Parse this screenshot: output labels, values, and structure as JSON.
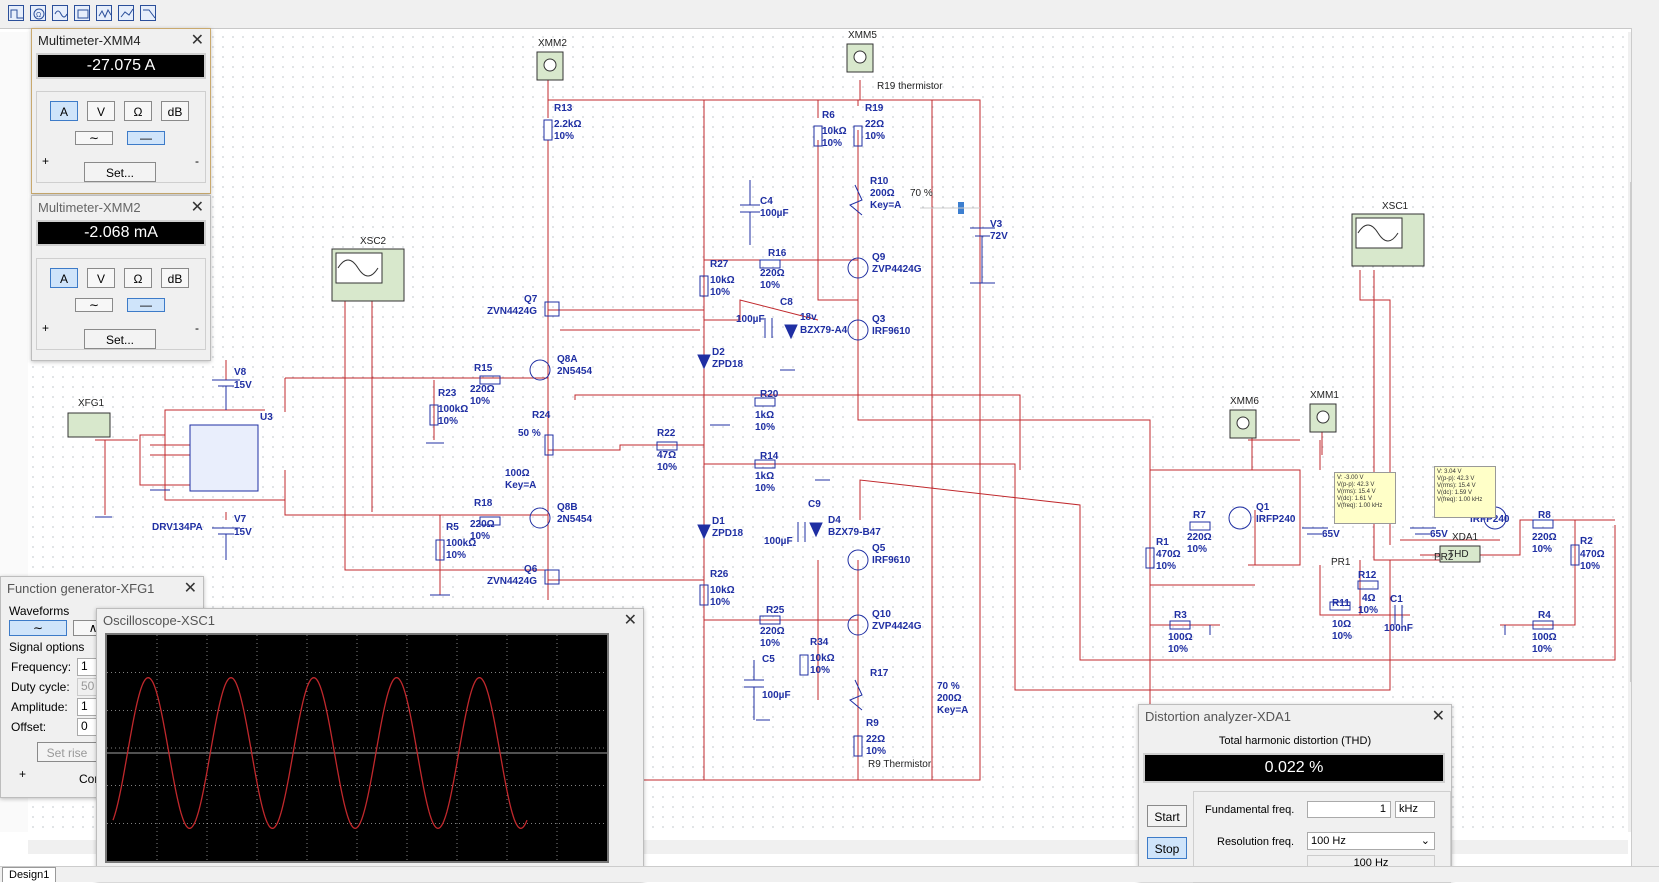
{
  "toolbar": {
    "icons": [
      "schematic-icon",
      "multimeter-icon",
      "function-generator-icon",
      "wattmeter-icon",
      "oscilloscope-icon",
      "four-channel-scope-icon",
      "bode-plotter-icon"
    ]
  },
  "tabs": {
    "design": "Design1"
  },
  "components": {
    "XMM2": "XMM2",
    "XMM5": "XMM5",
    "XMM6": "XMM6",
    "XMM1": "XMM1",
    "XSC2": "XSC2",
    "XSC1": "XSC1",
    "XFG1": "XFG1",
    "XDA1": "XDA1",
    "R13": "R13",
    "R13v": "2.2kΩ",
    "R13t": "10%",
    "R6": "R6",
    "R6v": "10kΩ",
    "R6t": "10%",
    "R19": "R19",
    "R19v": "22Ω",
    "R19t": "10%",
    "R19n": "R19 thermistor",
    "R10": "R10",
    "R10v": "200Ω",
    "R10k": "Key=A",
    "R10p": "70 %",
    "C4": "C4",
    "C4v": "100µF",
    "V3": "V3",
    "V3v": "72V",
    "R27": "R27",
    "R27v": "10kΩ",
    "R27t": "10%",
    "R16": "R16",
    "R16v": "220Ω",
    "R16t": "10%",
    "Q9": "Q9",
    "Q9v": "ZVP4424G",
    "Q7": "Q7",
    "Q7v": "ZVN4424G",
    "C8": "C8",
    "C8v": "100µF",
    "D3v": "18v",
    "D3p": "BZX79-A4",
    "Q3": "Q3",
    "Q3v": "IRF9610",
    "D2": "D2",
    "D2v": "ZPD18",
    "Q8A": "Q8A",
    "Q8Av": "2N5454",
    "R15": "R15",
    "R15v": "220Ω",
    "R15t": "10%",
    "V8": "V8",
    "V8v": "15V",
    "R23": "R23",
    "R23v": "100kΩ",
    "R23t": "10%",
    "U3": "U3",
    "U3v": "DRV134PA",
    "R24": "R24",
    "R24p": "50 %",
    "R24v": "100Ω",
    "R24k": "Key=A",
    "R20": "R20",
    "R20v": "1kΩ",
    "R20t": "10%",
    "R22": "R22",
    "R22v": "47Ω",
    "R22t": "10%",
    "R14": "R14",
    "R14v": "1kΩ",
    "R14t": "10%",
    "V7": "V7",
    "V7v": "15V",
    "Q8B": "Q8B",
    "Q8Bv": "2N5454",
    "R18": "R18",
    "R18v": "220Ω",
    "R18t": "10%",
    "R5": "R5",
    "R5v": "100kΩ",
    "R5t": "10%",
    "D1": "D1",
    "D1v": "ZPD18",
    "C9": "C9",
    "C9v": "100µF",
    "D4": "D4",
    "D4v": "BZX79-B47",
    "Q5": "Q5",
    "Q5v": "IRF9610",
    "Q6": "Q6",
    "Q6v": "ZVN4424G",
    "R26": "R26",
    "R26v": "10kΩ",
    "R26t": "10%",
    "R25": "R25",
    "R25v": "220Ω",
    "R25t": "10%",
    "Q10": "Q10",
    "Q10v": "ZVP4424G",
    "R34": "R34",
    "R34v": "10kΩ",
    "R34t": "10%",
    "C5": "C5",
    "C5v": "100µF",
    "R17": "R17",
    "R17p": "70 %",
    "R17v": "200Ω",
    "R17k": "Key=A",
    "R9": "R9",
    "R9v": "22Ω",
    "R9t": "10%",
    "R9n": "R9 Thermistor",
    "R1": "R1",
    "R1v": "470Ω",
    "R1t": "10%",
    "R7": "R7",
    "R7v": "220Ω",
    "R7t": "10%",
    "Q1": "Q1",
    "Q1v": "IRFP240",
    "V1v": "65V",
    "V2v": "65V",
    "Q2v": "IRFP240",
    "R3": "R3",
    "R3v": "100Ω",
    "R3t": "10%",
    "R12": "R12",
    "R12v": "4Ω",
    "R12t": "10%",
    "R11": "R11",
    "R11v": "10Ω",
    "R11t": "10%",
    "C1": "C1",
    "C1v": "100nF",
    "R8": "R8",
    "R8v": "220Ω",
    "R8t": "10%",
    "R2": "R2",
    "R2v": "470Ω",
    "R2t": "10%",
    "R4": "R4",
    "R4v": "100Ω",
    "R4t": "10%",
    "PR1": "PR1",
    "PR2": "PR2"
  },
  "probe1": [
    "V: -3.00 V",
    "V(p-p): 42.3 V",
    "V(rms): 15.4 V",
    "V(dc): 1.61 V",
    "V(freq): 1.00 kHz"
  ],
  "probe2": [
    "V: 3.04 V",
    "V(p-p): 42.3 V",
    "V(rms): 15.4 V",
    "V(dc): 1.59 V",
    "V(freq): 1.00 kHz"
  ],
  "mm4": {
    "title": "Multimeter-XMM4",
    "reading": "-27.075 A",
    "modes": [
      "A",
      "V",
      "Ω",
      "dB"
    ],
    "selected_mode": "A",
    "set_label": "Set...",
    "plus": "+",
    "minus": "-"
  },
  "mm2": {
    "title": "Multimeter-XMM2",
    "reading": "-2.068 mA",
    "modes": [
      "A",
      "V",
      "Ω",
      "dB"
    ],
    "selected_mode": "A",
    "set_label": "Set...",
    "plus": "+",
    "minus": "-"
  },
  "fg": {
    "title": "Function generator-XFG1",
    "waveforms_label": "Waveforms",
    "signal_options_label": "Signal options",
    "fields": [
      {
        "label": "Frequency:",
        "value": "1"
      },
      {
        "label": "Duty cycle:",
        "value": "50"
      },
      {
        "label": "Amplitude:",
        "value": "1"
      },
      {
        "label": "Offset:",
        "value": "0"
      }
    ],
    "set_rise_label": "Set rise",
    "common_label": "Com",
    "plus": "+"
  },
  "scope": {
    "title": "Oscilloscope-XSC1",
    "cycles": 5,
    "amplitude_div": 2.0
  },
  "da": {
    "title": "Distortion analyzer-XDA1",
    "thd_label": "Total harmonic distortion (THD)",
    "thd_value": "0.022 %",
    "start_label": "Start",
    "stop_label": "Stop",
    "fund_label": "Fundamental freq.",
    "fund_value": "1",
    "fund_unit": "kHz",
    "res_label": "Resolution freq.",
    "res_value": "100 Hz",
    "res_readout": "100 Hz"
  }
}
